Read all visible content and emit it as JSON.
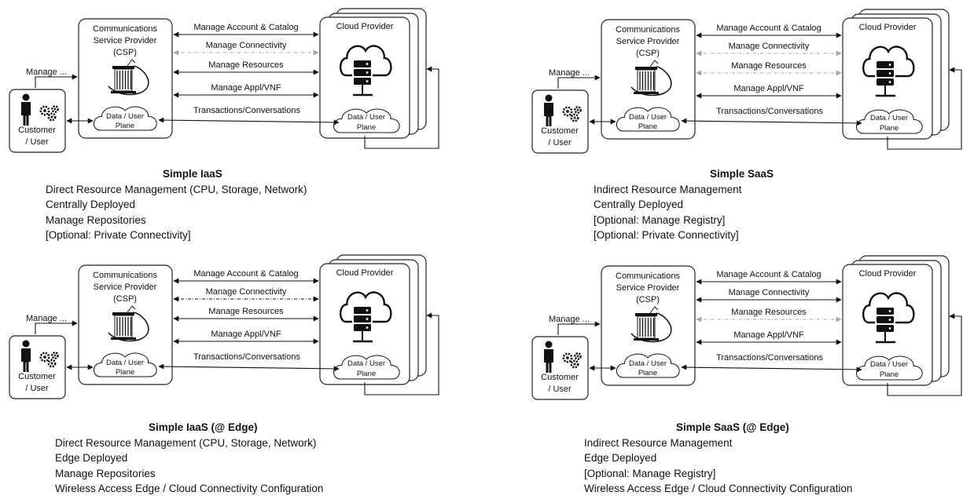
{
  "labels": {
    "csp": [
      "Communications",
      "Service Provider",
      "(CSP)"
    ],
    "cloud": "Cloud Provider",
    "customer": [
      "Customer",
      "/ User"
    ],
    "plane": [
      "Data / User",
      "Plane"
    ],
    "manage": "Manage ...",
    "transactions": "Transactions/Conversations"
  },
  "colors": {
    "ink": "#111111",
    "dimmed": "#a6a6a6",
    "box_border": "#222222"
  },
  "panels": [
    {
      "id": "iaas",
      "title": "Simple IaaS",
      "lines": [
        "Direct Resource Management (CPU, Storage, Network)",
        "Centrally Deployed",
        "Manage Repositories",
        "[Optional: Private Connectivity]"
      ],
      "arrows": [
        {
          "label": "Manage Account & Catalog",
          "state": "active"
        },
        {
          "label": "Manage Connectivity",
          "state": "dimmed"
        },
        {
          "label": "Manage Resources",
          "state": "active"
        },
        {
          "label": "Manage Appl/VNF",
          "state": "active"
        }
      ]
    },
    {
      "id": "saas",
      "title": "Simple SaaS",
      "lines": [
        "Indirect Resource Management",
        "Centrally Deployed",
        "[Optional: Manage Registry]",
        "[Optional: Private Connectivity]"
      ],
      "arrows": [
        {
          "label": "Manage Account & Catalog",
          "state": "active"
        },
        {
          "label": "Manage Connectivity",
          "state": "dimmed"
        },
        {
          "label": "Manage Resources",
          "state": "dimmed"
        },
        {
          "label": "Manage Appl/VNF",
          "state": "active"
        }
      ]
    },
    {
      "id": "iaas-edge",
      "title": "Simple IaaS (@ Edge)",
      "lines": [
        "Direct Resource Management (CPU, Storage, Network)",
        "Edge Deployed",
        "Manage Repositories",
        "Wireless Access Edge / Cloud Connectivity Configuration"
      ],
      "arrows": [
        {
          "label": "Manage Account & Catalog",
          "state": "active"
        },
        {
          "label": "Manage Connectivity",
          "state": "dashed"
        },
        {
          "label": "Manage Resources",
          "state": "active"
        },
        {
          "label": "Manage Appl/VNF",
          "state": "active"
        }
      ]
    },
    {
      "id": "saas-edge",
      "title": "Simple SaaS (@ Edge)",
      "lines": [
        "Indirect Resource Management",
        "Edge Deployed",
        "[Optional: Manage Registry]",
        "Wireless Access Edge / Cloud Connectivity Configuration"
      ],
      "arrows": [
        {
          "label": "Manage Account & Catalog",
          "state": "active"
        },
        {
          "label": "Manage Connectivity",
          "state": "active"
        },
        {
          "label": "Manage Resources",
          "state": "dimmed"
        },
        {
          "label": "Manage Appl/VNF",
          "state": "active"
        }
      ]
    }
  ]
}
